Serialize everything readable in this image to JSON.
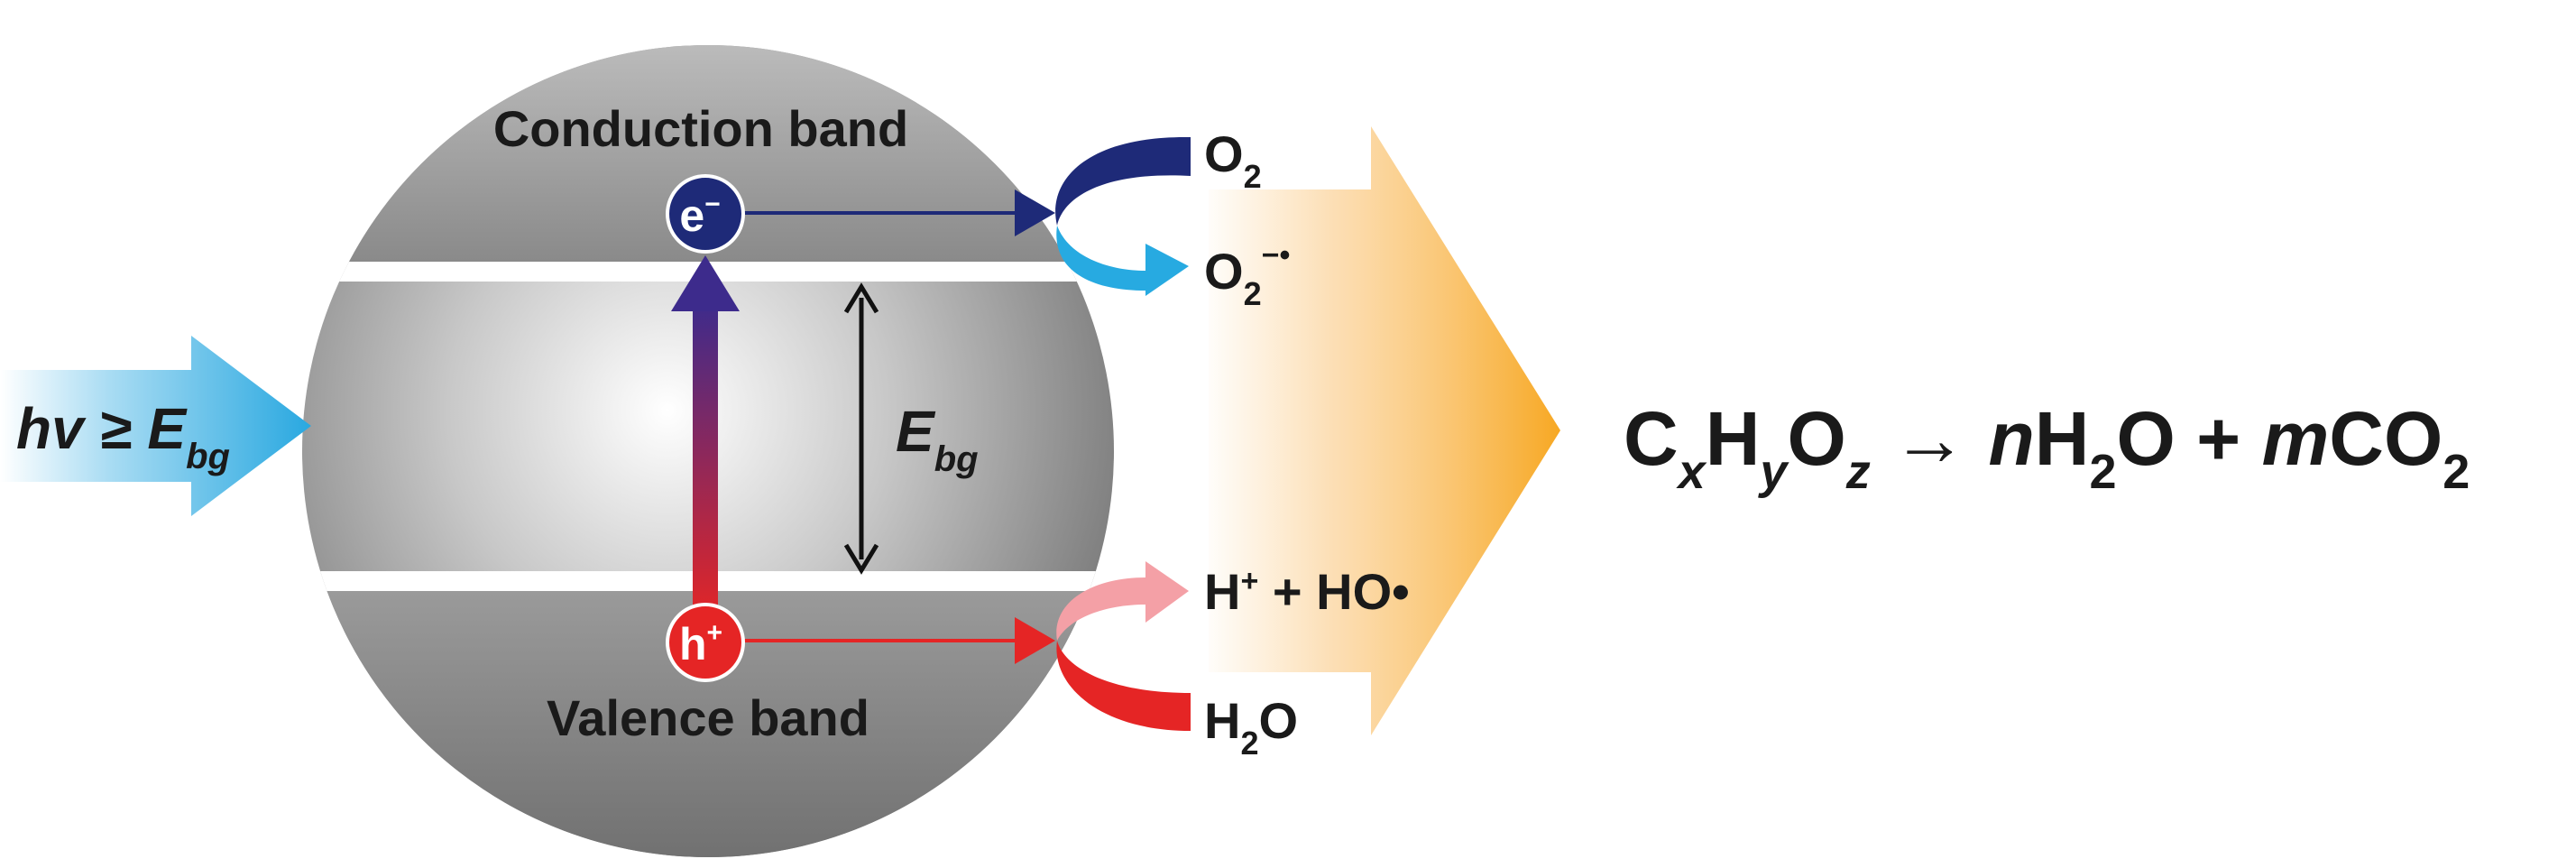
{
  "labels": {
    "conduction_band": "Conduction band",
    "valence_band": "Valence band",
    "electron": "e",
    "electron_sup": "−",
    "hole": "h",
    "hole_sup": "+",
    "bandgap_main": "E",
    "bandgap_sub": "bg",
    "photon_main": "hv ≥ E",
    "photon_sub": "bg"
  },
  "reduction": {
    "reactant_main": "O",
    "reactant_sub": "2",
    "product_main": "O",
    "product_sub": "2",
    "product_sup": "−•"
  },
  "oxidation": {
    "reactant_main": "H",
    "reactant_sub": "2",
    "reactant_tail": "O",
    "product_main": "H",
    "product_sup": "+",
    "product_tail": " + HO•"
  },
  "equation": {
    "c": "C",
    "x": "x",
    "h": "H",
    "y": "y",
    "o": "O",
    "z": "z",
    "arrow": " → ",
    "n": "n",
    "h2": "H",
    "two_a": "2",
    "o2": "O + ",
    "m": "m",
    "co": "CO",
    "two_b": "2"
  },
  "colors": {
    "electron": "#1e2a78",
    "hole": "#e52525",
    "oxygen_arrow": "#27aae1",
    "photon": "#29a8e0",
    "product_arrow": "#f7a823",
    "hydroxyl_arrow": "#f4a0a6"
  }
}
